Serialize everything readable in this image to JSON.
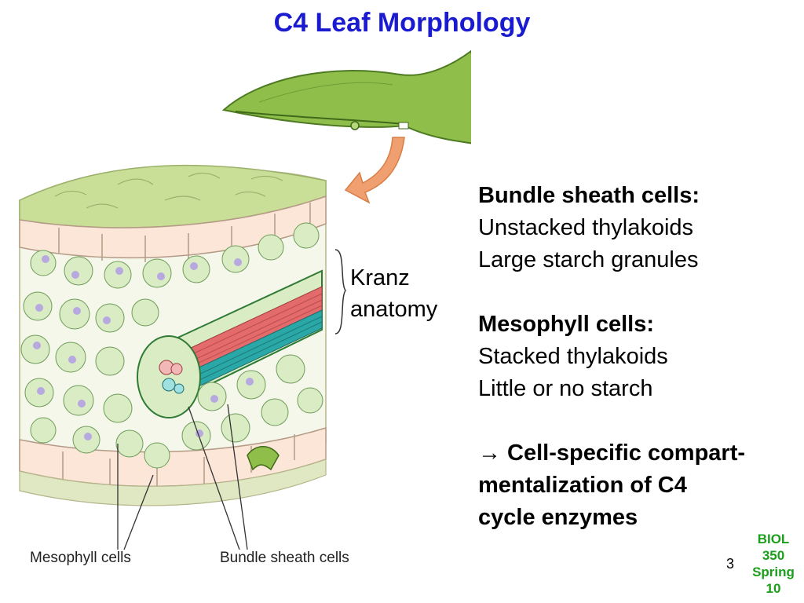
{
  "slide": {
    "title": "C4 Leaf Morphology",
    "page_number": "3"
  },
  "figure": {
    "bracket_label_line1": "Kranz",
    "bracket_label_line2": "anatomy",
    "caption_left": "Mesophyll cells",
    "caption_right": "Bundle sheath cells"
  },
  "notes": {
    "bundle_sheath_heading": "Bundle sheath cells:",
    "bundle_sheath_items": [
      "Unstacked thylakoids",
      "Large starch granules"
    ],
    "mesophyll_heading": "Mesophyll cells:",
    "mesophyll_items": [
      "Stacked thylakoids",
      "Little or no starch"
    ],
    "conclusion_lines": [
      "→ Cell-specific compart-",
      "mentalization of C4",
      "cycle enzymes"
    ]
  },
  "course_badge": {
    "lines": [
      "BIOL",
      "350",
      "Spring",
      "10"
    ],
    "color": "#1b9e1b"
  },
  "colors": {
    "title": "#1a1ad0",
    "leaf_green": "#8fbf4a",
    "leaf_surface": "#c9de96",
    "epidermis": "#fbe6d8",
    "mesophyll": "#d9ecc4",
    "chloroplast": "#1f8a3a",
    "nucleus": "#b8a8e0",
    "xylem_red": "#e46b6b",
    "phloem_teal": "#2aa7a7",
    "arrow": "#f0a070"
  }
}
